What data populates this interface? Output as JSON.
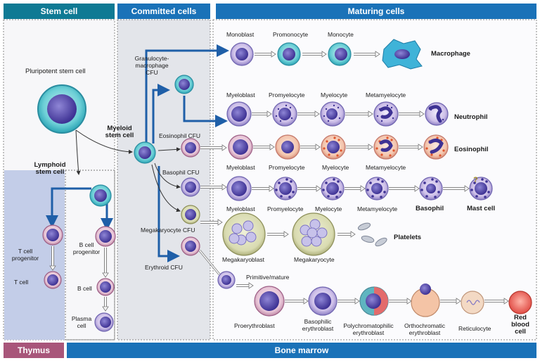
{
  "headers": {
    "stem_cell": "Stem cell",
    "committed_cells": "Committed cells",
    "maturing_cells": "Maturing cells",
    "thymus": "Thymus",
    "bone_marrow": "Bone marrow"
  },
  "stem": {
    "pluripotent": "Pluripotent stem cell",
    "lymphoid": "Lymphoid\nstem cell",
    "myeloid": "Myeloid\nstem cell"
  },
  "lymphoid_branch": {
    "t_progenitor": "T cell\nprogenitor",
    "t_cell": "T cell",
    "b_progenitor": "B cell\nprogenitor",
    "b_cell": "B cell",
    "plasma_cell": "Plasma\ncell"
  },
  "committed": {
    "gm_cfu": "Granulocyte-\nmacrophage\nCFU",
    "eosinophil_cfu": "Eosinophil CFU",
    "basophil_cfu": "Basophil CFU",
    "megakaryocyte_cfu": "Megakaryocyte CFU",
    "erythroid_cfu": "Erythroid CFU"
  },
  "monocyte_row": {
    "monoblast": "Monoblast",
    "promonocyte": "Promonocyte",
    "monocyte": "Monocyte",
    "macrophage": "Macrophage"
  },
  "neutrophil_row": {
    "myeloblast": "Myeloblast",
    "promyelocyte": "Promyelocyte",
    "myelocyte": "Myelocyte",
    "metamyelocyte": "Metamyelocyte",
    "neutrophil": "Neutrophil"
  },
  "eosinophil_row": {
    "myeloblast": "Myeloblast",
    "promyelocyte": "Promyelocyte",
    "myelocyte": "Myelocyte",
    "metamyelocyte": "Metamyelocyte",
    "eosinophil": "Eosinophil"
  },
  "basophil_row": {
    "myeloblast": "Myeloblast",
    "promyelocyte": "Promyelocyte",
    "myelocyte": "Myelocyte",
    "metamyelocyte": "Metamyelocyte",
    "basophil": "Basophil",
    "mast_cell": "Mast cell",
    "question_mark": "?"
  },
  "platelet_row": {
    "megakaryoblast": "Megakaryoblast",
    "megakaryocyte": "Megakaryocyte",
    "platelets": "Platelets"
  },
  "erythroid_row": {
    "primitive_mature": "Primitive/mature",
    "proerythroblast": "Proerythroblast",
    "basophilic_erythroblast": "Basophilic\nerythroblast",
    "polychromatophilic_erythroblast": "Polychromatophilic\nerythroblast",
    "orthochromatic_erythroblast": "Orthochromatic\nerythroblast",
    "reticulocyte": "Reticulocyte",
    "red_blood_cell": "Red\nblood\ncell"
  },
  "colors": {
    "header_teal": "#0f7a94",
    "header_blue": "#1a72b8",
    "thymus_mauve": "#a8567a",
    "thymus_panel": "#c3cde8",
    "committed_panel": "#e3e5ea",
    "maturing_panel": "#fbfbfd",
    "arrow_blue": "#1f5fa8",
    "nucleus_purple": "#5a4fa8",
    "cell_lilac": "#d9cfee",
    "cell_teal": "#5fc8d0",
    "rbc_red": "#e8605a"
  }
}
